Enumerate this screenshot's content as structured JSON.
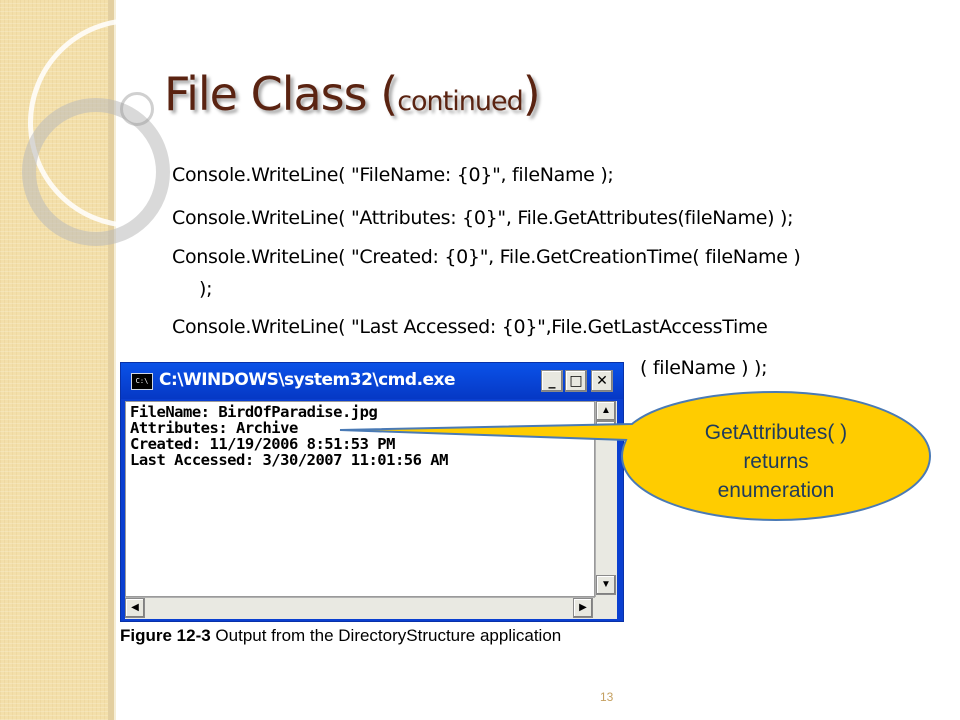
{
  "slide": {
    "title": "File Class (",
    "title_sub": "continued",
    "title_close": ")",
    "code_lines": [
      "Console.WriteLine( \"FileName: {0}\", fileName );",
      "Console.WriteLine( \"Attributes: {0}\", File.GetAttributes(fileName) );",
      "Console.WriteLine( \"Created: {0}\", File.GetCreationTime( fileName )",
      ");",
      "Console.WriteLine( \"Last Accessed: {0}\",File.GetLastAccessTime",
      "( fileName ) );"
    ],
    "page_number": "13"
  },
  "console_window": {
    "title": "C:\\WINDOWS\\system32\\cmd.exe",
    "icon_label": "C:\\",
    "buttons": {
      "minimize": "_",
      "maximize": "□",
      "close": "✕"
    },
    "output": [
      "FileName: BirdOfParadise.jpg",
      "Attributes: Archive",
      "Created: 11/19/2006 8:51:53 PM",
      "Last Accessed: 3/30/2007 11:01:56 AM"
    ],
    "scroll_arrows": {
      "up": "▲",
      "down": "▼",
      "left": "◀",
      "right": "▶"
    }
  },
  "callout": {
    "text_lines": [
      "GetAttributes( )",
      "returns",
      "enumeration"
    ],
    "fill": "#ffcc00",
    "stroke": "#4a7ab5"
  },
  "figure_caption": {
    "label": "Figure 12-3",
    "text": " Output from the DirectoryStructure application"
  },
  "colors": {
    "title": "#5a2311",
    "sidebar": "#f3dfaa",
    "console_titlebar": "#0a4fe0"
  }
}
